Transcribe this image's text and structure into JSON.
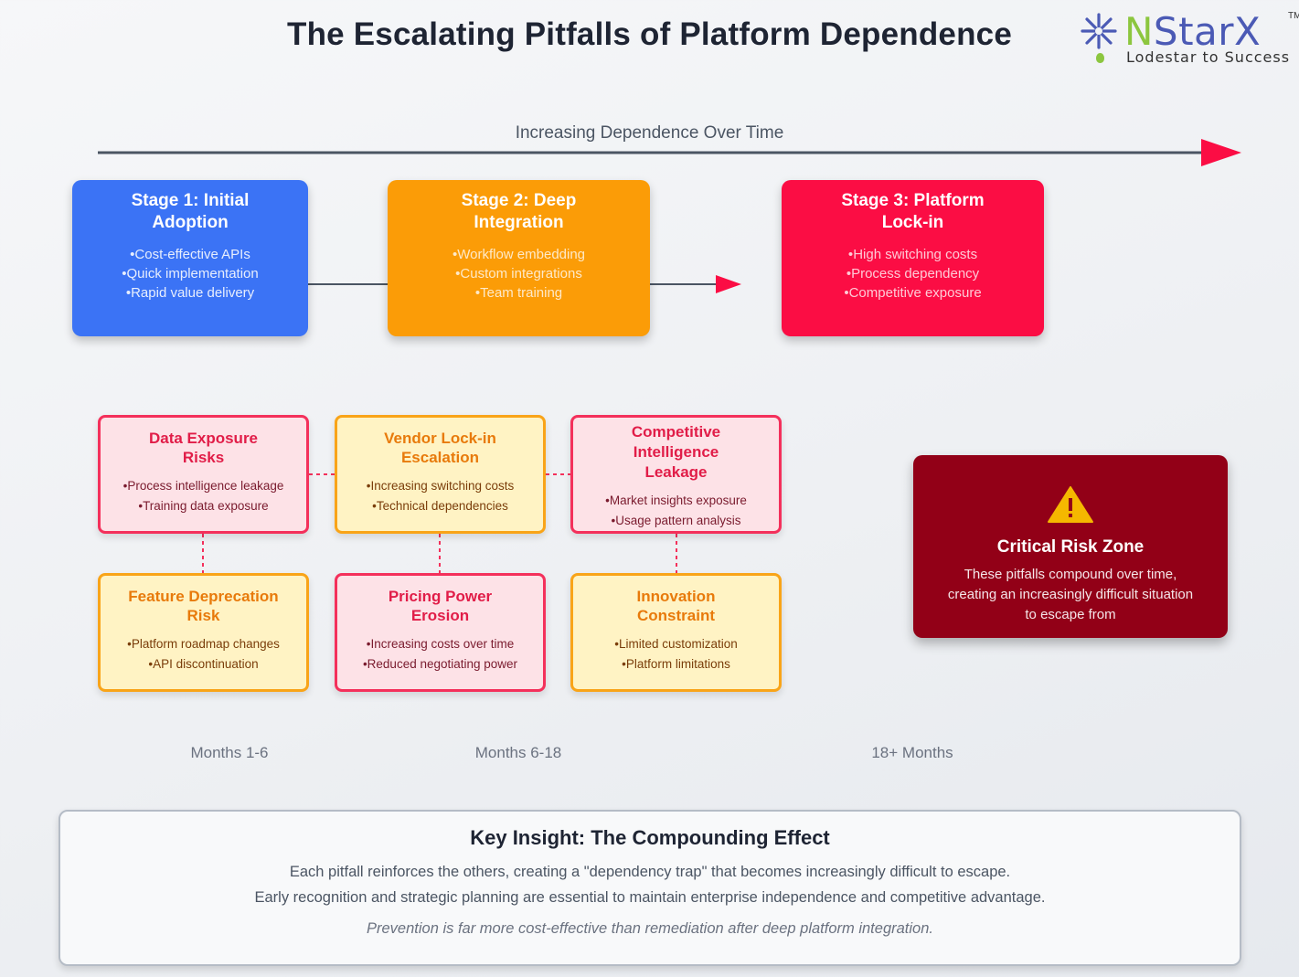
{
  "title": "The Escalating Pitfalls of Platform Dependence",
  "logo": {
    "word_n": "N",
    "word_rest": "StarX",
    "tm": "TM",
    "tagline": "Lodestar to Success"
  },
  "timeline_label": "Increasing Dependence Over Time",
  "stages": [
    {
      "title": "Stage 1: Initial Adoption",
      "items": [
        "Cost-effective APIs",
        "Quick implementation",
        "Rapid value delivery"
      ],
      "color": "#3b73f5"
    },
    {
      "title": "Stage 2: Deep Integration",
      "items": [
        "Workflow embedding",
        "Custom integrations",
        "Team training"
      ],
      "color": "#fb9c07"
    },
    {
      "title": "Stage 3: Platform Lock-in",
      "items": [
        "High switching costs",
        "Process dependency",
        "Competitive exposure"
      ],
      "color": "#fb0d44"
    }
  ],
  "risks": [
    {
      "title": "Data Exposure Risks",
      "items": [
        "Process intelligence leakage",
        "Training data exposure"
      ]
    },
    {
      "title": "Vendor Lock-in Escalation",
      "items": [
        "Increasing switching costs",
        "Technical dependencies"
      ]
    },
    {
      "title": "Competitive Intelligence Leakage",
      "items": [
        "Market insights exposure",
        "Usage pattern analysis"
      ]
    },
    {
      "title": "Feature Deprecation Risk",
      "items": [
        "Platform roadmap changes",
        "API discontinuation"
      ]
    },
    {
      "title": "Pricing Power Erosion",
      "items": [
        "Increasing costs over time",
        "Reduced negotiating power"
      ]
    },
    {
      "title": "Innovation Constraint",
      "items": [
        "Limited customization",
        "Platform limitations"
      ]
    }
  ],
  "critical": {
    "icon": "warning-icon",
    "title": "Critical Risk Zone",
    "text": "These pitfalls compound over time, creating an increasingly difficult situation to escape from"
  },
  "periods": [
    "Months 1-6",
    "Months 6-18",
    "18+ Months"
  ],
  "insight": {
    "title": "Key Insight: The Compounding Effect",
    "line1": "Each pitfall reinforces the others, creating a \"dependency trap\" that becomes increasingly difficult to escape.",
    "line2": "Early recognition and strategic planning are essential to maintain enterprise independence and competitive advantage.",
    "line3": "Prevention is far more cost-effective than remediation after deep platform integration."
  },
  "colors": {
    "arrow": "#fb0d44",
    "line": "#4b5563",
    "risk_pink": "#f4305b",
    "risk_yellow": "#f9a418",
    "critical": "#920017"
  }
}
